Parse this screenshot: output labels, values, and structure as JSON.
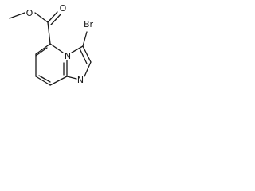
{
  "structure": {
    "atoms": {
      "carbonyl_oxygen": "O",
      "ester_oxygen": "O",
      "bromine": "Br",
      "bridgehead_nitrogen": "N",
      "ring_nitrogen": "N"
    },
    "bond_color": "#1a1a1a",
    "background_color": "#ffffff"
  }
}
